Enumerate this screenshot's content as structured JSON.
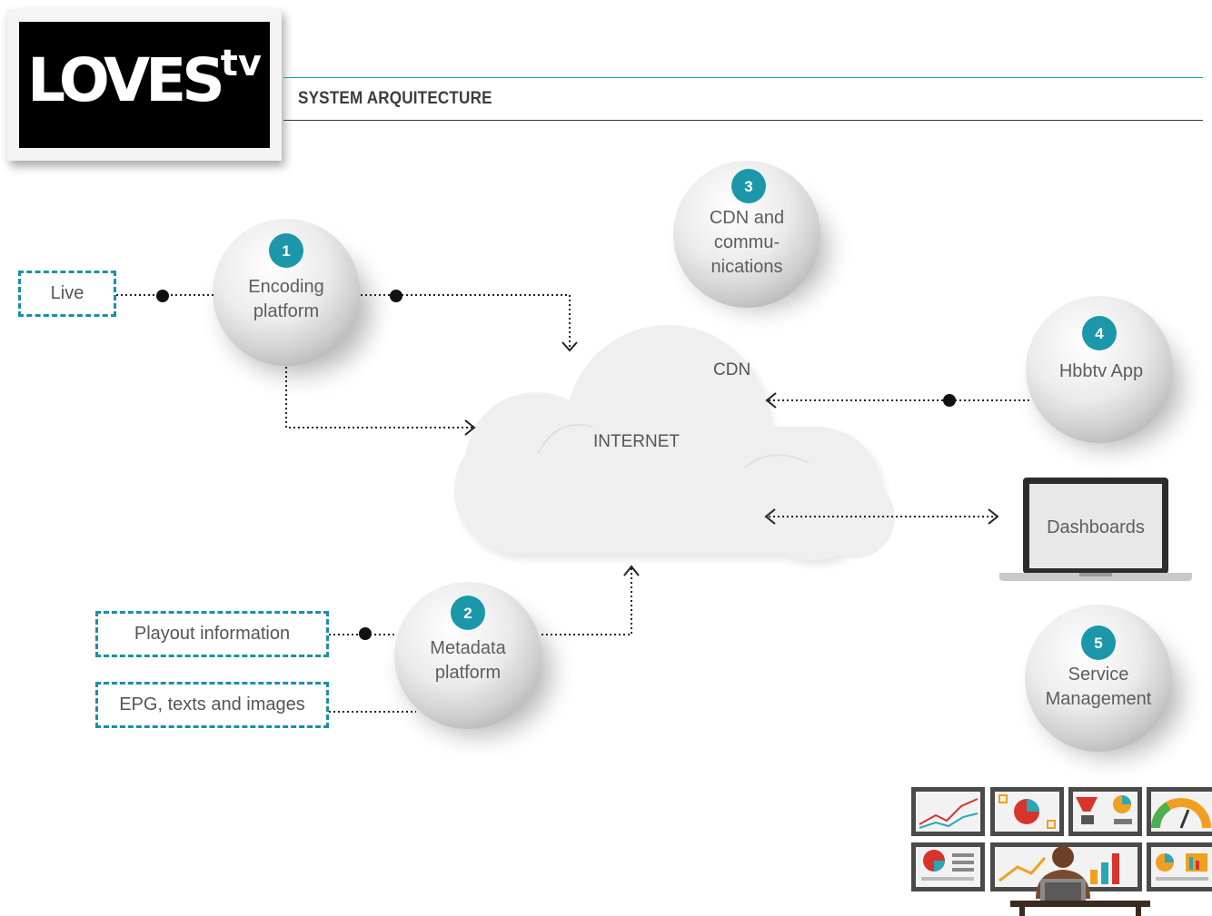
{
  "brand": {
    "logo_text": "LOVES",
    "logo_suffix": "tv",
    "accent_color": "#1b97a9"
  },
  "header": {
    "title": "SYSTEM ARQUITECTURE"
  },
  "sources": {
    "live": "Live",
    "playout": "Playout information",
    "epg": "EPG, texts and images"
  },
  "nodes": [
    {
      "number": "1",
      "label_lines": [
        "Encoding",
        "platform"
      ]
    },
    {
      "number": "2",
      "label_lines": [
        "Metadata",
        "platform"
      ]
    },
    {
      "number": "3",
      "label_lines": [
        "CDN and",
        "commu-",
        "nications"
      ]
    },
    {
      "number": "4",
      "label_lines": [
        "Hbbtv App"
      ]
    },
    {
      "number": "5",
      "label_lines": [
        "Service",
        "Management"
      ]
    }
  ],
  "cloud": {
    "internet": "INTERNET",
    "cdn": "CDN"
  },
  "laptop": {
    "screen_text": "Dashboards"
  },
  "icons": [
    "monitoring-operator-icon",
    "laptop-icon"
  ]
}
